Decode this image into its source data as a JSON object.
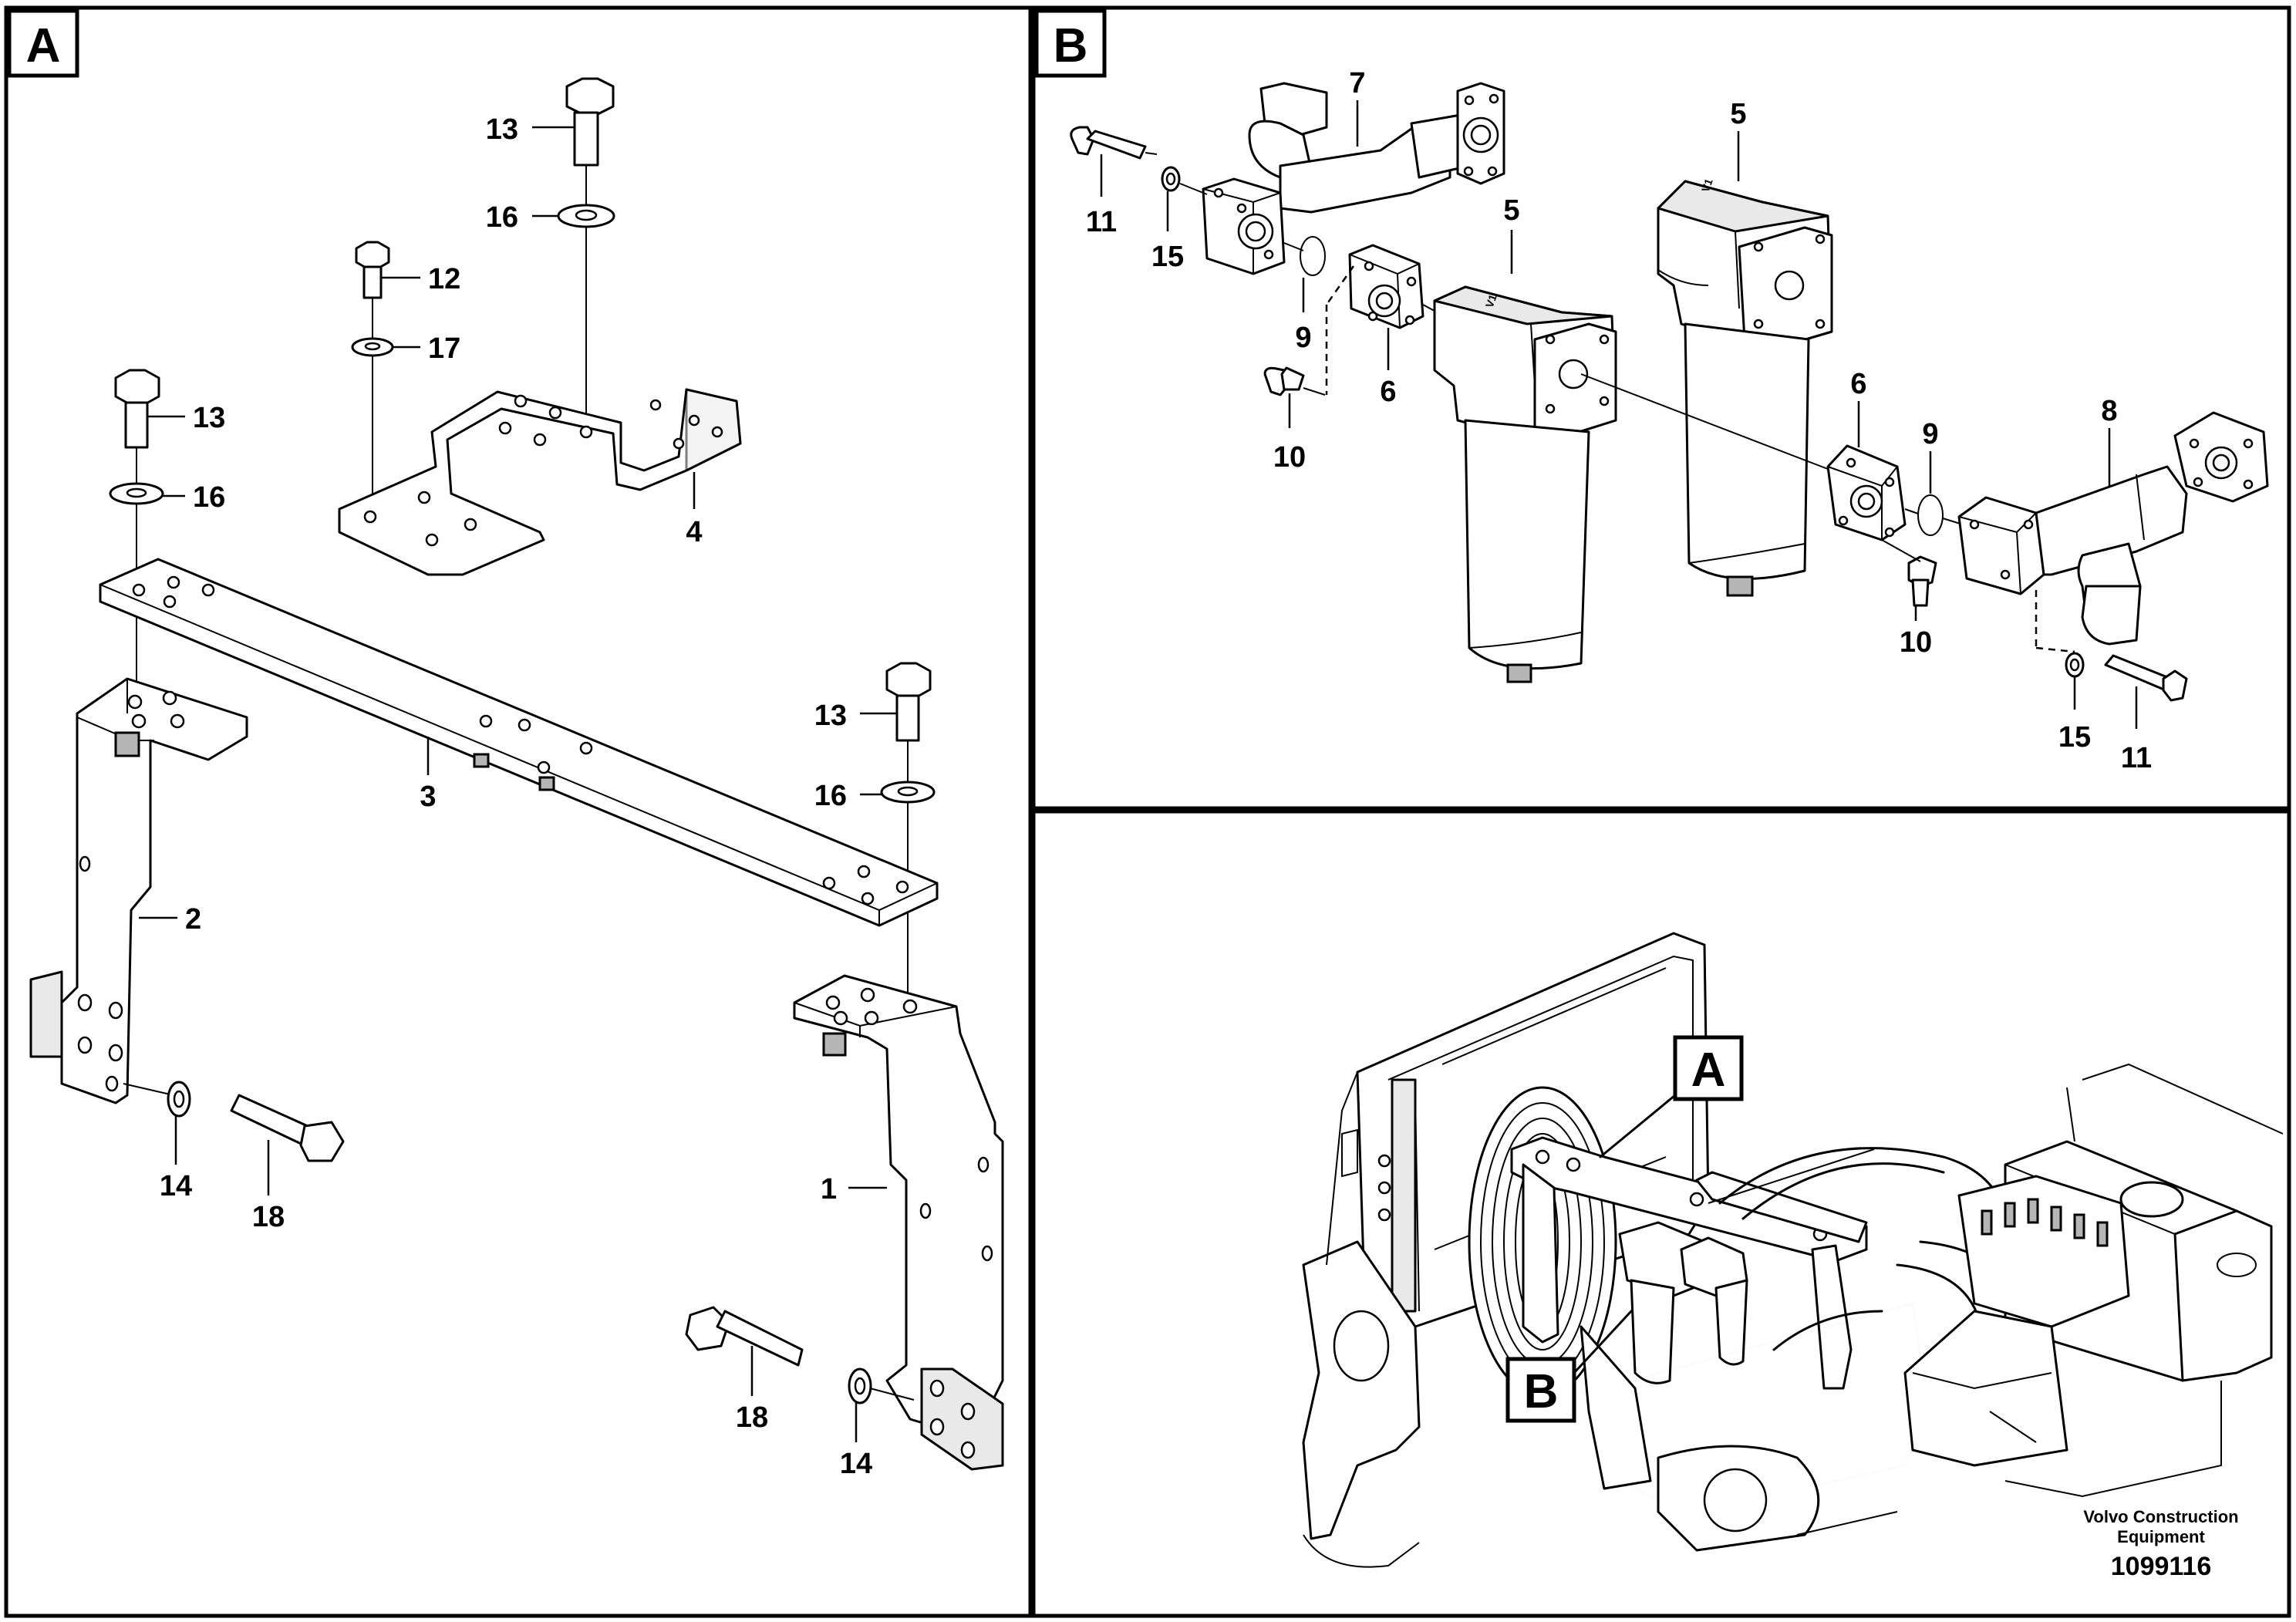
{
  "panels": {
    "a": {
      "tag": "A"
    },
    "b": {
      "tag": "B"
    },
    "overview": {
      "tag_a": "A",
      "tag_b": "B"
    }
  },
  "callouts_a": {
    "c13_top": "13",
    "c16_top": "16",
    "c12": "12",
    "c17": "17",
    "c13_left": "13",
    "c16_left": "16",
    "c4": "4",
    "c3": "3",
    "c13_right": "13",
    "c16_right": "16",
    "c2": "2",
    "c14_left": "14",
    "c18_left": "18",
    "c1": "1",
    "c18_right": "18",
    "c14_right": "14"
  },
  "callouts_b": {
    "c7": "7",
    "c11_left": "11",
    "c15_left": "15",
    "c5_mid": "5",
    "c5_right": "5",
    "c9_left": "9",
    "c6_left": "6",
    "c10_left": "10",
    "c6_right": "6",
    "c9_right": "9",
    "c8": "8",
    "c10_right": "10",
    "c15_right": "15",
    "c11_right": "11"
  },
  "footer": {
    "brand_line1": "Volvo Construction",
    "brand_line2": "Equipment",
    "figure_number": "1099116"
  }
}
